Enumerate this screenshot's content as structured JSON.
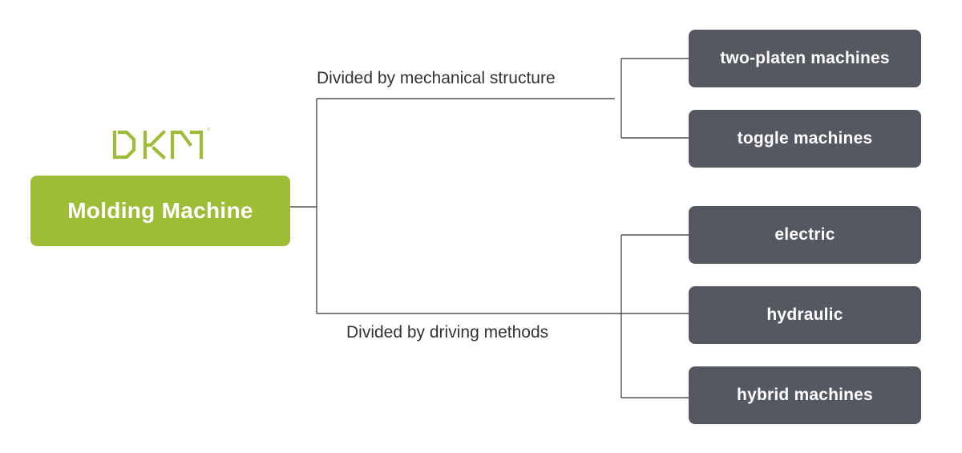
{
  "logo": {
    "text": "DKM",
    "color": "#9dbd37"
  },
  "root": {
    "label": "Molding Machine",
    "color": "#9dbd37"
  },
  "branches": [
    {
      "label": "Divided by mechanical structure",
      "children": [
        "two-platen machines",
        "toggle machines"
      ]
    },
    {
      "label": "Divided by driving methods",
      "children": [
        "electric",
        "hydraulic",
        "hybrid machines"
      ]
    }
  ],
  "colors": {
    "leaf": "#555861",
    "connector": "#333333"
  }
}
